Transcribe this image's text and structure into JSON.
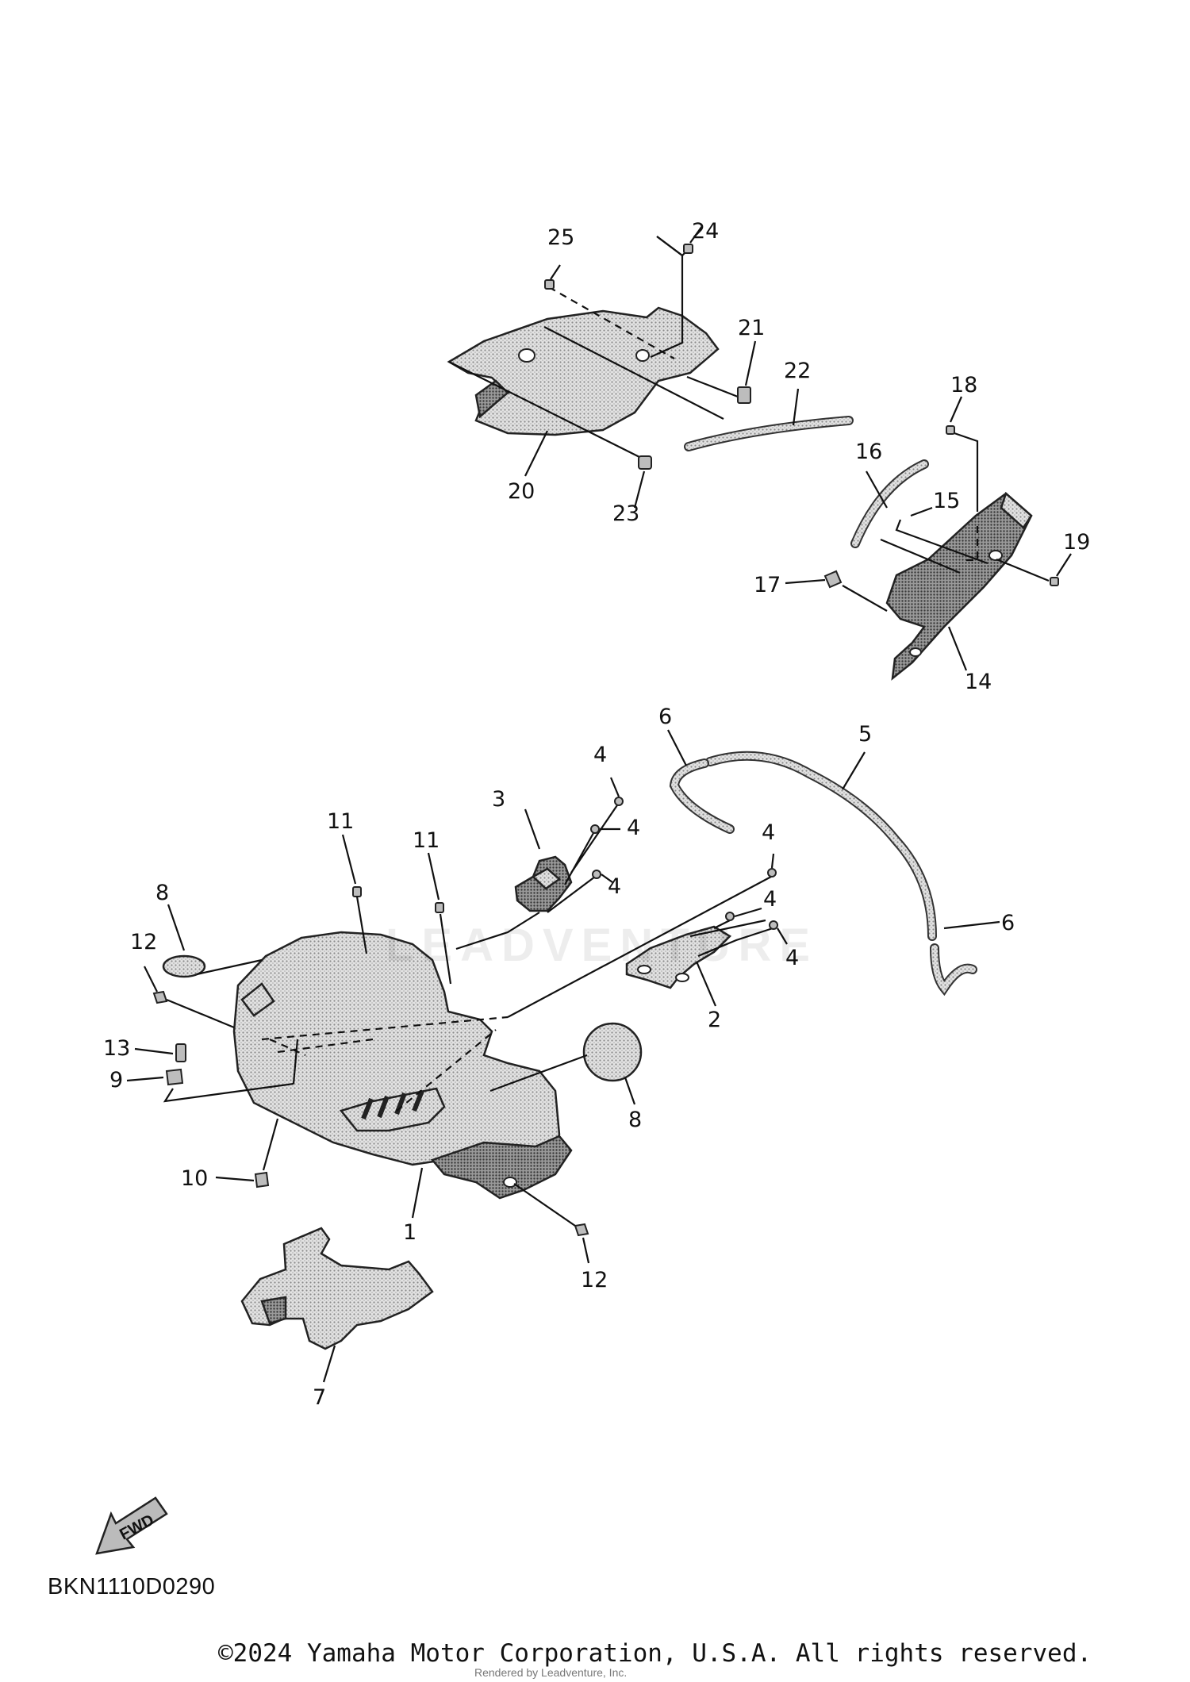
{
  "diagram_code": "BKN1110D0290",
  "copyright": "©2024 Yamaha Motor Corporation, U.S.A. All rights reserved.",
  "rendered_by": "Rendered by Leadventure, Inc.",
  "watermark": "LEADVENTURE",
  "fwd_label": "FWD",
  "callouts": {
    "c1": "1",
    "c2": "2",
    "c3": "3",
    "c4a": "4",
    "c4b": "4",
    "c4c": "4",
    "c4d": "4",
    "c4e": "4",
    "c4f": "4",
    "c5": "5",
    "c6a": "6",
    "c6b": "6",
    "c7": "7",
    "c8a": "8",
    "c8b": "8",
    "c9": "9",
    "c10": "10",
    "c11a": "11",
    "c11b": "11",
    "c12a": "12",
    "c12b": "12",
    "c13": "13",
    "c14": "14",
    "c15": "15",
    "c16": "16",
    "c17": "17",
    "c18": "18",
    "c19": "19",
    "c20": "20",
    "c21": "21",
    "c22": "22",
    "c23": "23",
    "c24": "24",
    "c25": "25"
  }
}
